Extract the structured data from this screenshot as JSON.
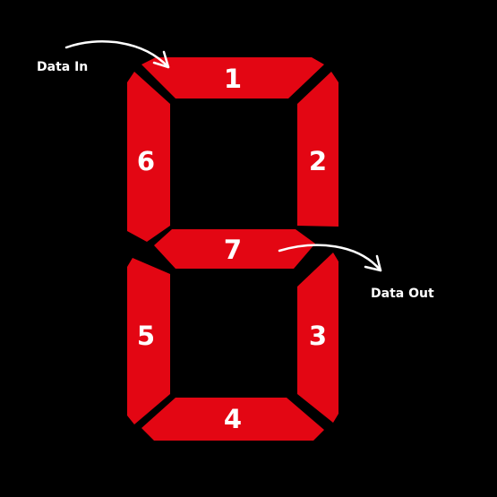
{
  "colors": {
    "background": "#000000",
    "segment": "#e30613",
    "text": "#ffffff"
  },
  "segments": [
    {
      "id": "top",
      "label": "1"
    },
    {
      "id": "upper-right",
      "label": "2"
    },
    {
      "id": "lower-right",
      "label": "3"
    },
    {
      "id": "bottom",
      "label": "4"
    },
    {
      "id": "lower-left",
      "label": "5"
    },
    {
      "id": "upper-left",
      "label": "6"
    },
    {
      "id": "middle",
      "label": "7"
    }
  ],
  "annotations": {
    "data_in": "Data In",
    "data_out": "Data Out"
  }
}
